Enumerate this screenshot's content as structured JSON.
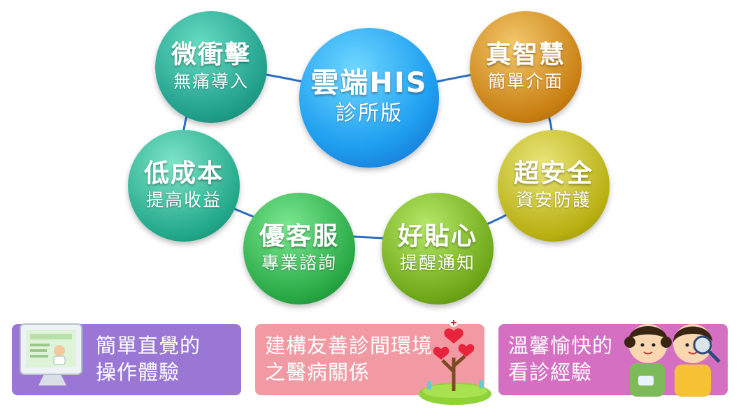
{
  "center": {
    "title": "雲端HIS",
    "subtitle": "診所版",
    "color": "#1e88e5"
  },
  "features": [
    {
      "title": "微衝擊",
      "subtitle": "無痛導入",
      "color": "#1f9e8a"
    },
    {
      "title": "真智慧",
      "subtitle": "簡單介面",
      "color": "#c97f12"
    },
    {
      "title": "低成本",
      "subtitle": "提高收益",
      "color": "#22a88a"
    },
    {
      "title": "超安全",
      "subtitle": "資安防護",
      "color": "#b8b012"
    },
    {
      "title": "優客服",
      "subtitle": "專業諮詢",
      "color": "#28a845"
    },
    {
      "title": "好貼心",
      "subtitle": "提醒通知",
      "color": "#6ea818"
    }
  ],
  "banners": [
    {
      "line1": "簡單直覺的",
      "line2": "操作體驗",
      "color": "#9a77d4",
      "icon": "computer-monitor-icon"
    },
    {
      "line1": "建構友善診間環境",
      "line2": "之醫病關係",
      "color": "#f19aa4",
      "icon": "heart-tree-icon"
    },
    {
      "line1": "溫馨愉快的",
      "line2": "看診經驗",
      "color": "#d46fc2",
      "icon": "children-magnifier-icon"
    }
  ]
}
